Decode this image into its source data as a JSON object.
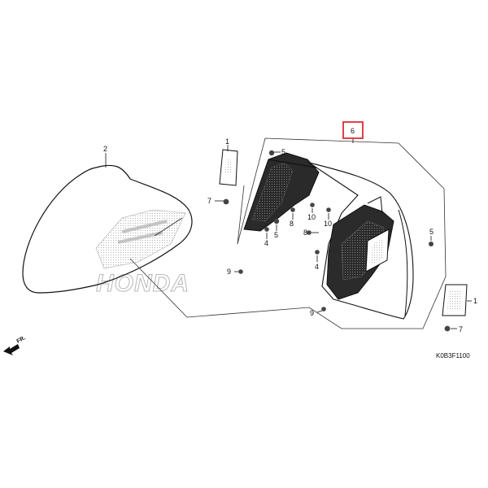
{
  "diagram": {
    "figure_code": "K0B3F1100",
    "watermark_text": "HONDA",
    "direction_label": "FR.",
    "highlight_color": "#d8121b",
    "callouts": {
      "c1a": "1",
      "c1b": "1",
      "c2": "2",
      "c4a": "4",
      "c4b": "4",
      "c5a": "5",
      "c5b": "5",
      "c5c": "5",
      "c6": "6",
      "c7a": "7",
      "c7b": "7",
      "c8a": "8",
      "c8b": "8",
      "c9a": "9",
      "c9b": "9",
      "c10a": "10",
      "c10b": "10"
    }
  }
}
